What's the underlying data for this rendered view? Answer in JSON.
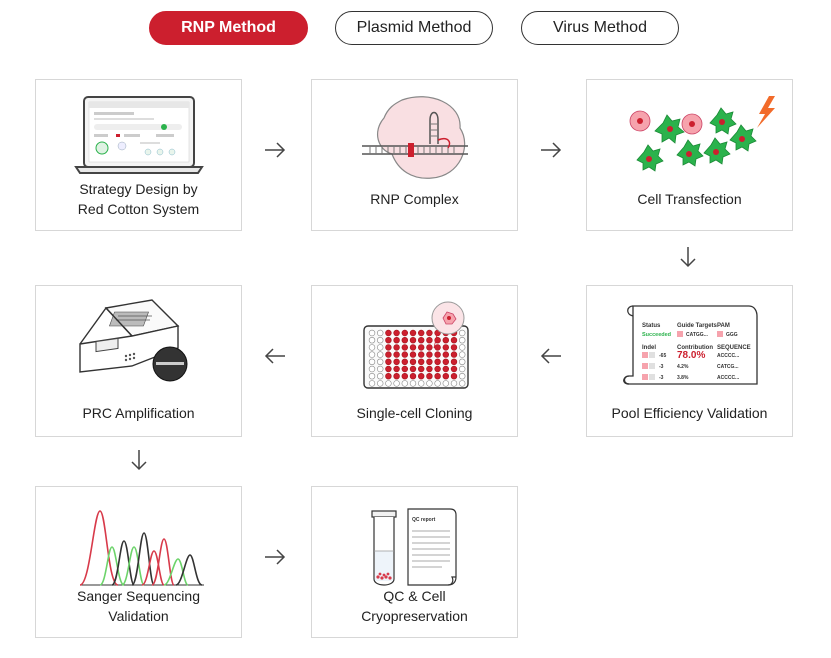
{
  "tabs": [
    {
      "label": "RNP Method",
      "active": true
    },
    {
      "label": "Plasmid Method",
      "active": false
    },
    {
      "label": "Virus Method",
      "active": false
    }
  ],
  "steps": {
    "strategy": {
      "line1": "Strategy Design by",
      "line2": "Red Cotton System"
    },
    "rnp": {
      "label": "RNP Complex"
    },
    "transfection": {
      "label": "Cell Transfection"
    },
    "pool": {
      "label": "Pool Efficiency Validation",
      "report": {
        "status_h": "Status",
        "status_v": "Succeeded",
        "guide_h": "Guide Targets",
        "guide_v": "CATGG...",
        "pam_h": "PAM",
        "pam_v": "GGG",
        "indel_h": "Indel",
        "contrib_h": "Contribution",
        "seq_h": "SEQUENCE",
        "rows": [
          {
            "indel": "-65",
            "contrib": "78.0%",
            "seq": "ACCCC..."
          },
          {
            "indel": "-3",
            "contrib": "4.2%",
            "seq": "CATCG..."
          },
          {
            "indel": "-3",
            "contrib": "3.8%",
            "seq": "ACCCC..."
          }
        ]
      }
    },
    "cloning": {
      "label": "Single-cell Cloning"
    },
    "pcr": {
      "label": "PRC Amplification"
    },
    "sanger": {
      "line1": "Sanger Sequencing",
      "line2": "Validation"
    },
    "qc": {
      "line1": "QC & Cell",
      "line2": "Cryopreservation",
      "doc_title": "QC report"
    }
  },
  "colors": {
    "accent": "#cc1f2e",
    "green": "#2bb24c",
    "pink": "#f6a3ad"
  }
}
